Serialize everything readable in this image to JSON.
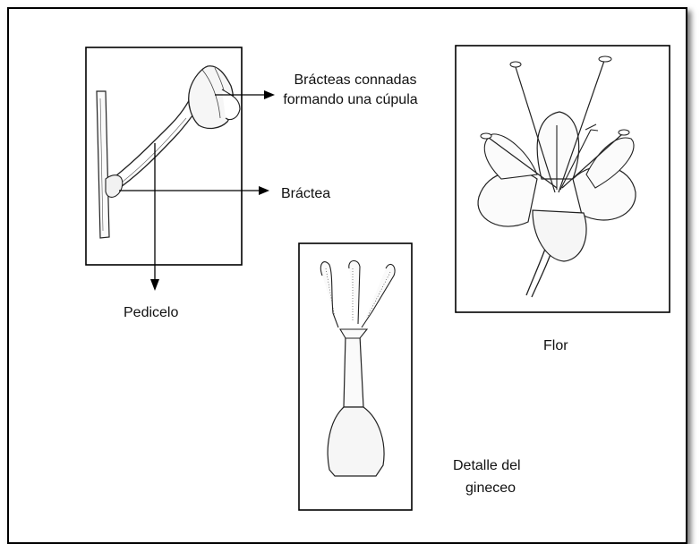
{
  "labels": {
    "bracteas_connadas_line1": "Brácteas connadas",
    "bracteas_connadas_line2": "formando una cúpula",
    "bractea": "Bráctea",
    "pedicelo": "Pedicelo",
    "flor": "Flor",
    "detalle_line1": "Detalle del",
    "detalle_line2": "gineceo"
  }
}
